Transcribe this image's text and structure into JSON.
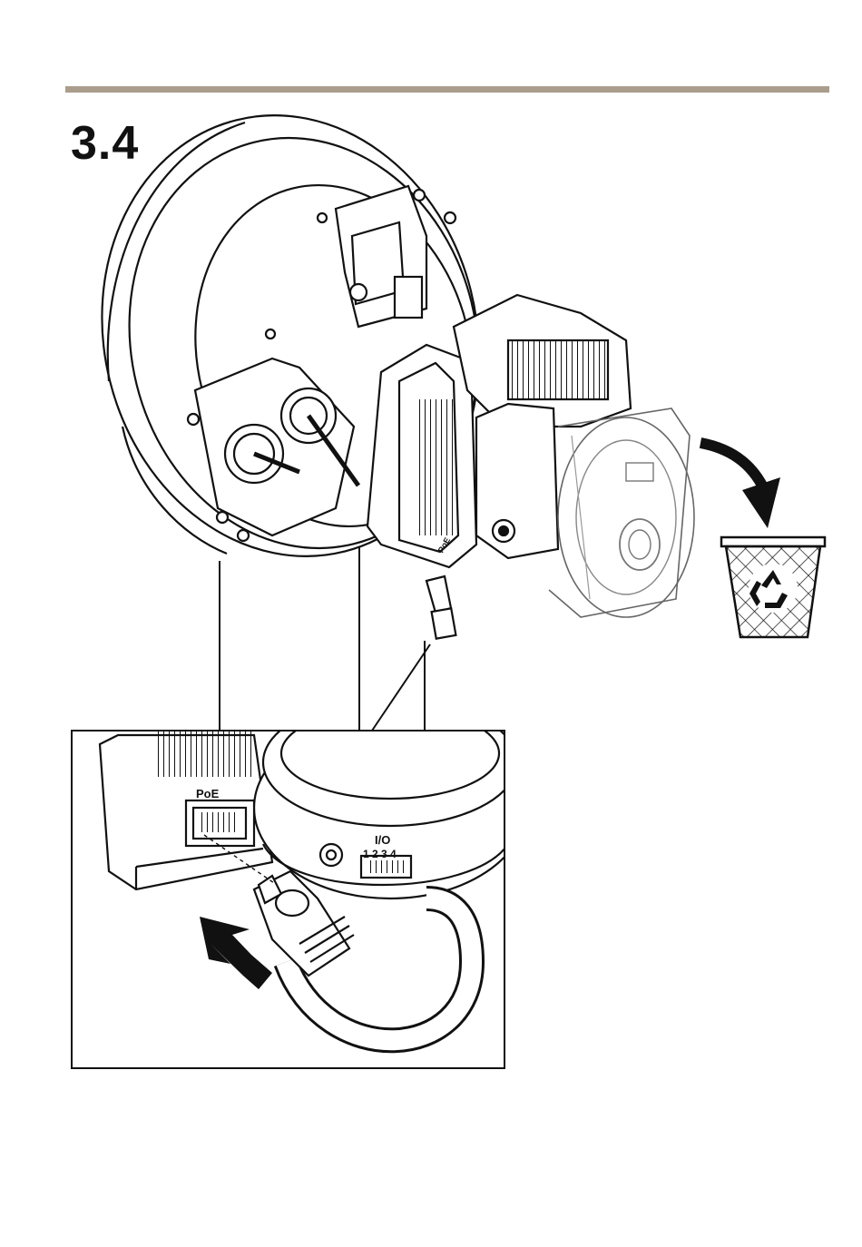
{
  "header": {
    "step_number": "3.4"
  },
  "labels": {
    "poe_port": "PoE",
    "poe_small": "PoE",
    "io_title": "I/O",
    "io_pins": "1 2 3 4"
  },
  "icons": {
    "trash": "recycle-bin-icon",
    "arrow_discard": "curved-arrow-icon",
    "arrow_insert": "push-arrow-icon"
  },
  "colors": {
    "rule": "#ab9d8c",
    "ink": "#111111"
  }
}
